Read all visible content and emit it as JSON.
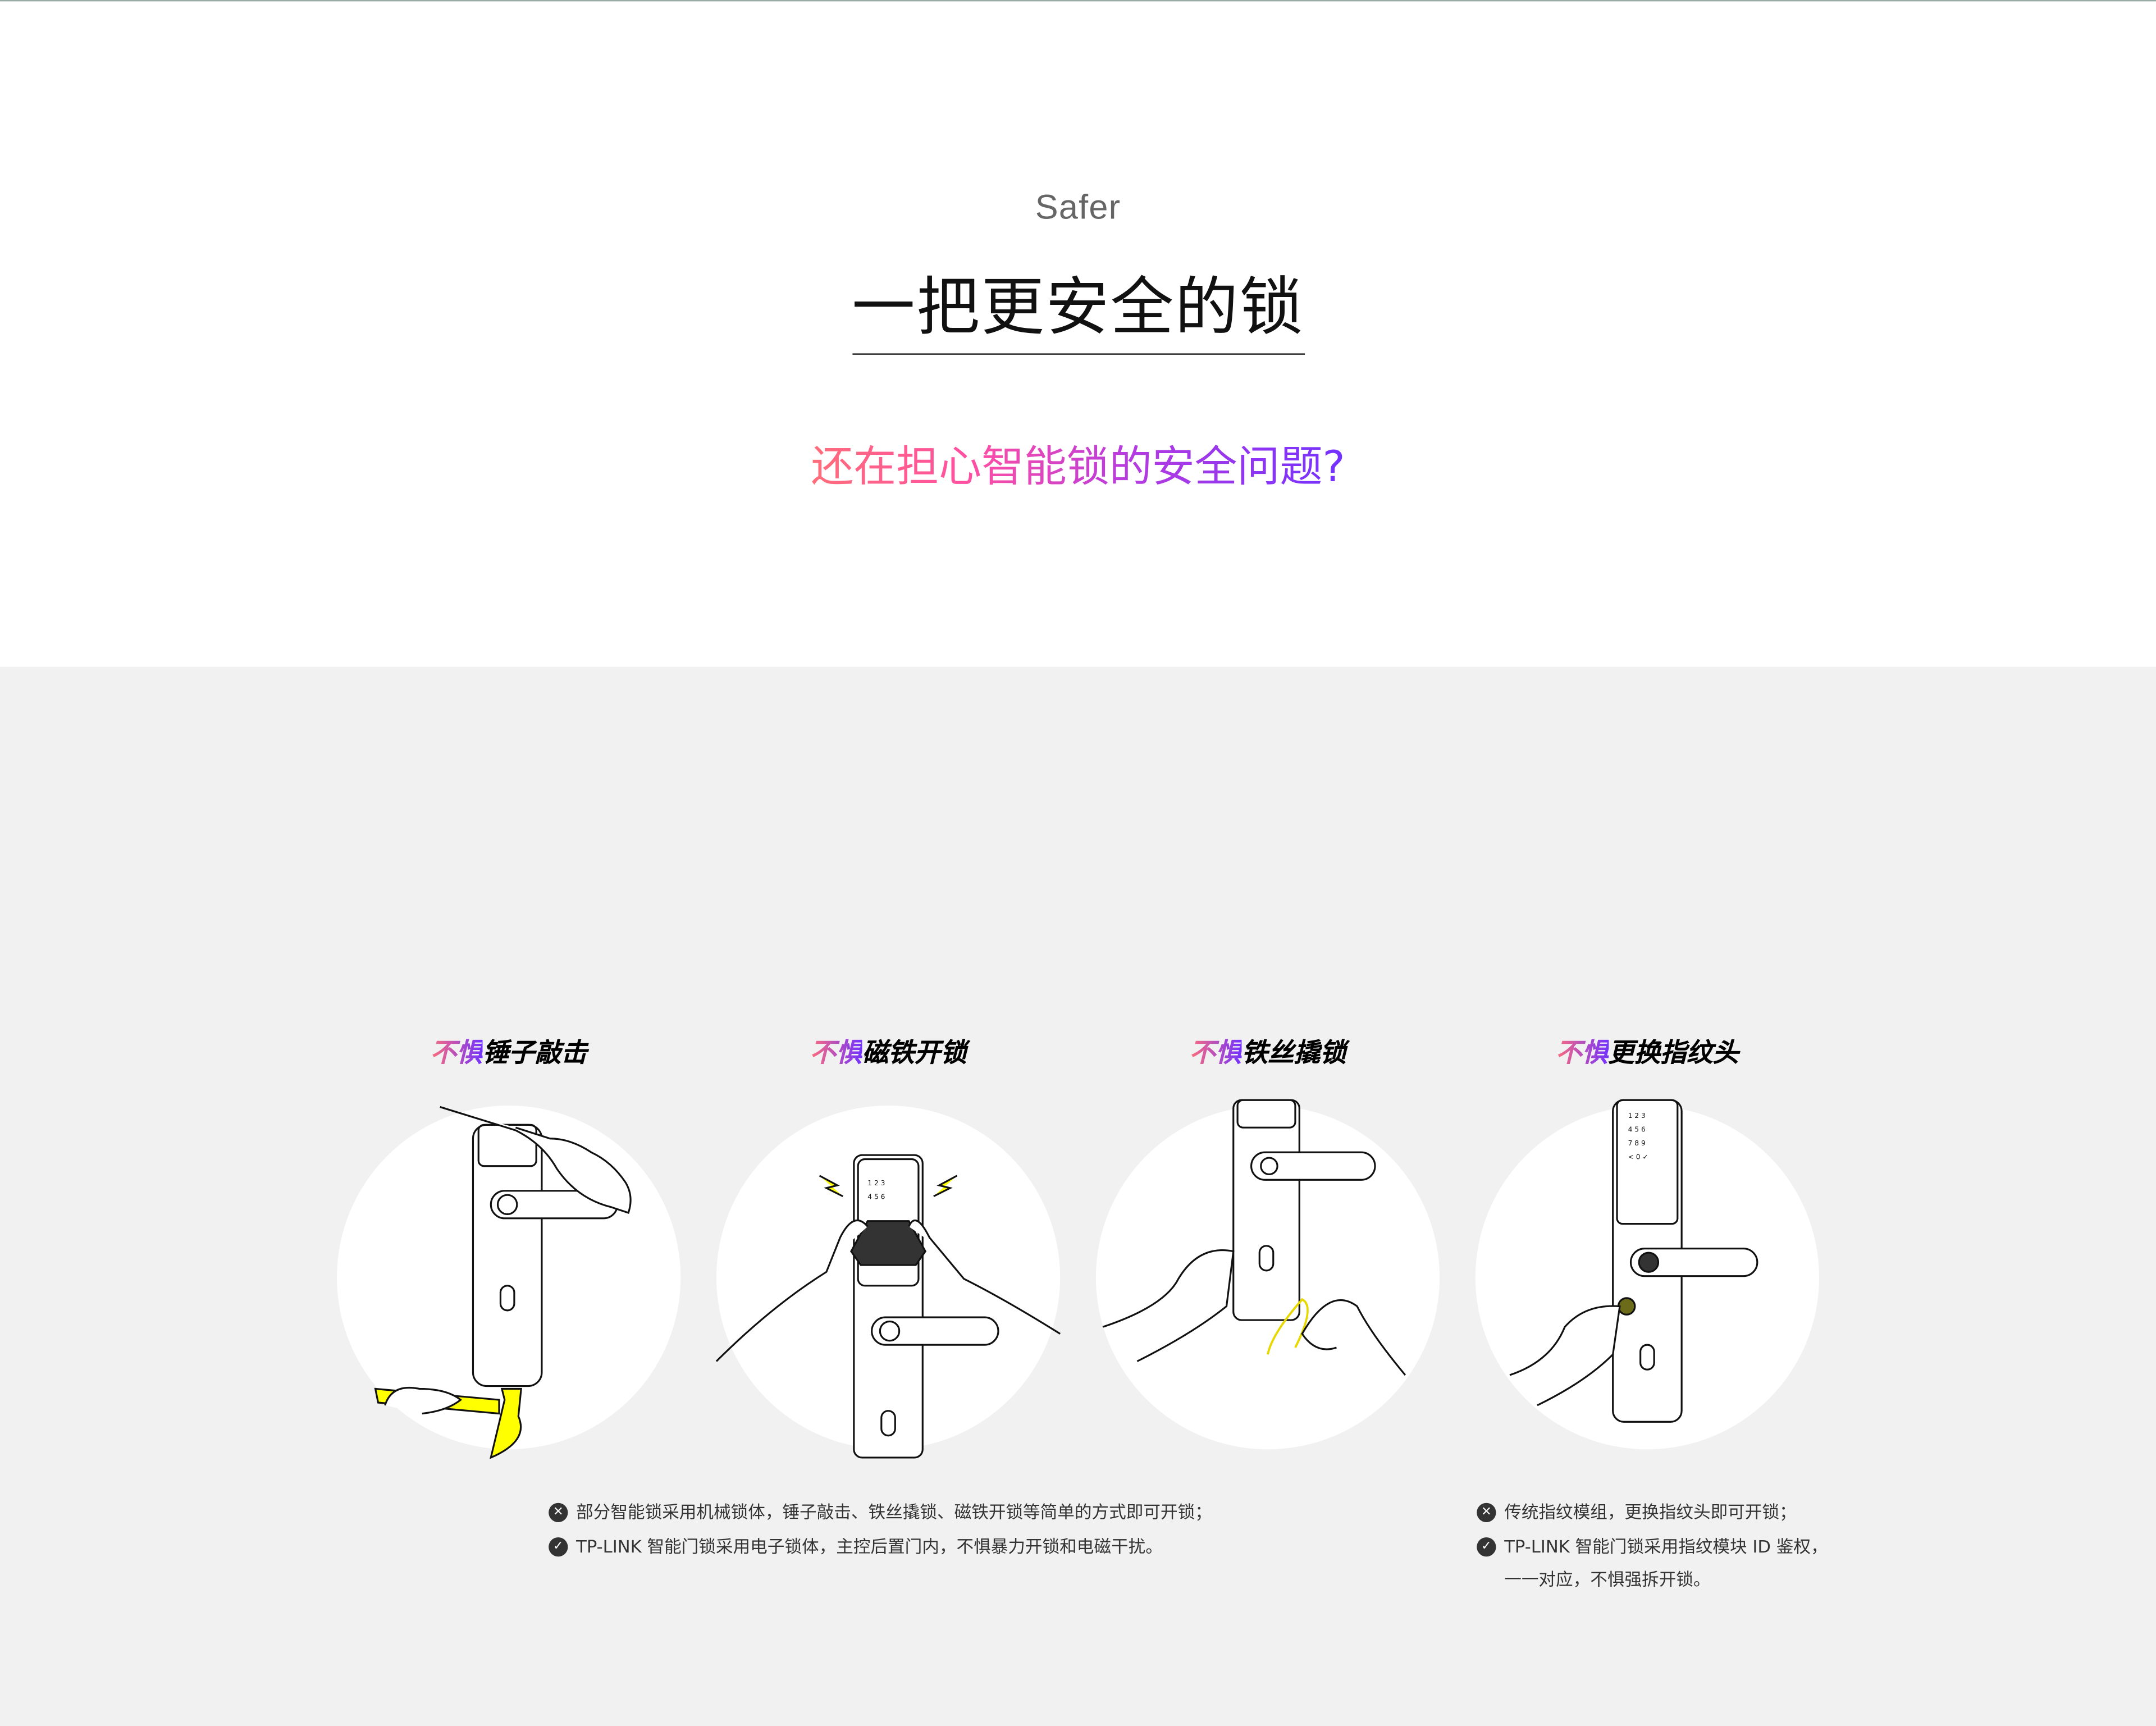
{
  "hero": {
    "eyebrow": "Safer",
    "title": "一把更安全的锁",
    "subtitle": "还在担心智能锁的安全问题?"
  },
  "colors": {
    "gradient_start": "#ff6d7a",
    "gradient_end": "#7332ff",
    "hammer": "#ffff00",
    "background": "#f1f1f1"
  },
  "features": [
    {
      "prefix": "不惧",
      "label": "锤子敲击",
      "illustration": "hammer-strike"
    },
    {
      "prefix": "不惧",
      "label": "磁铁开锁",
      "illustration": "magnet-unlock"
    },
    {
      "prefix": "不惧",
      "label": "铁丝撬锁",
      "illustration": "wire-pick"
    },
    {
      "prefix": "不惧",
      "label": "更换指纹头",
      "illustration": "fingerprint-swap"
    }
  ],
  "notes_left": [
    {
      "icon": "x-circle-icon",
      "text": "部分智能锁采用机械锁体，锤子敲击、铁丝撬锁、磁铁开锁等简单的方式即可开锁；"
    },
    {
      "icon": "check-circle-icon",
      "text": "TP-LINK 智能门锁采用电子锁体，主控后置门内，不惧暴力开锁和电磁干扰。"
    }
  ],
  "notes_right": [
    {
      "icon": "x-circle-icon",
      "text": "传统指纹模组，更换指纹头即可开锁；"
    },
    {
      "icon": "check-circle-icon",
      "text": "TP-LINK 智能门锁采用指纹模块 ID 鉴权，",
      "continuation": "一一对应，不惧强拆开锁。"
    }
  ],
  "keypad": [
    "1",
    "2",
    "3",
    "4",
    "5",
    "6",
    "7",
    "8",
    "9",
    "<",
    "0",
    "✓"
  ]
}
